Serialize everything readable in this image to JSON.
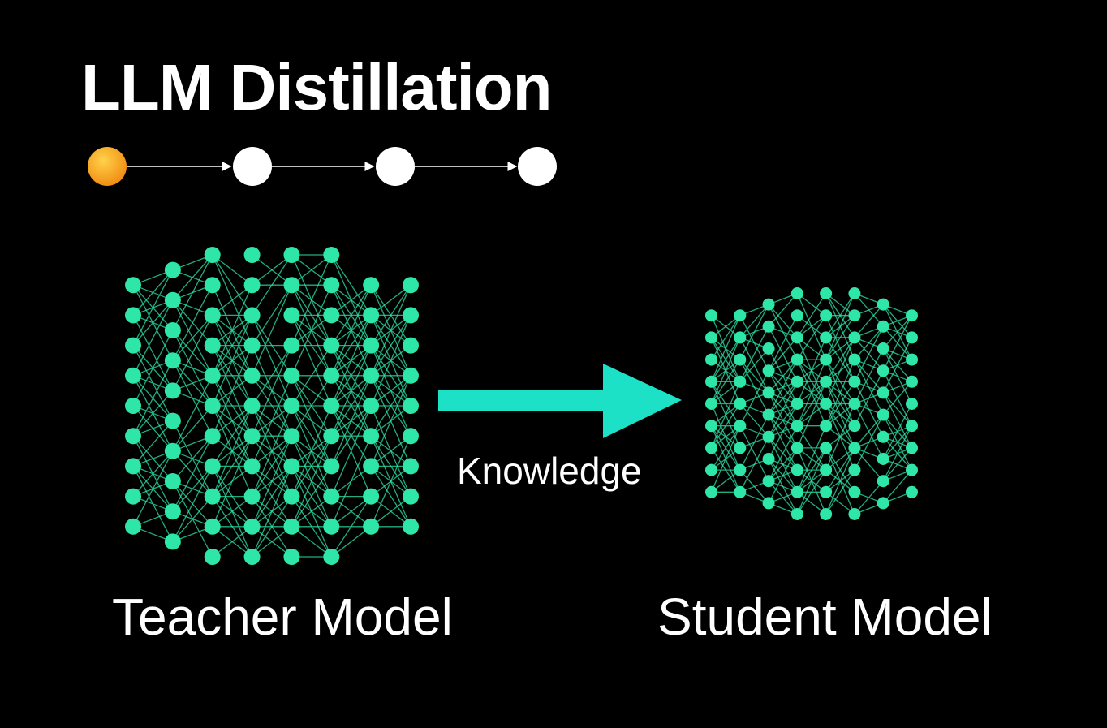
{
  "title": "LLM Distillation",
  "progress": {
    "steps": 4,
    "active_step": 1,
    "active_color": "#F5A623",
    "inactive_color": "#FFFFFF"
  },
  "arrow": {
    "label": "Knowledge",
    "color": "#1DE1C6"
  },
  "teacher": {
    "label": "Teacher Model",
    "layers": [
      9,
      10,
      11,
      11,
      11,
      11,
      9,
      9
    ],
    "node_color": "#2EE6A8"
  },
  "student": {
    "label": "Student Model",
    "layers": [
      9,
      9,
      10,
      11,
      11,
      11,
      10,
      9
    ],
    "node_color": "#2EE6A8"
  }
}
